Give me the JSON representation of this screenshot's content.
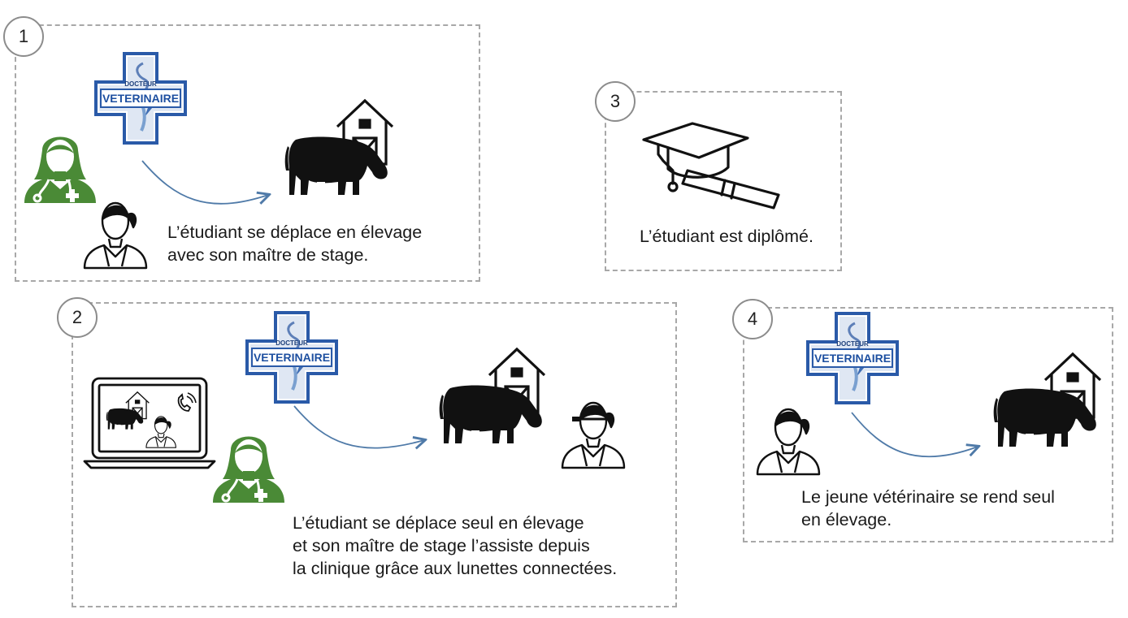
{
  "logo": {
    "top_text": "DOCTEUR",
    "main_text": "VETERINAIRE"
  },
  "steps": [
    {
      "number": "1",
      "caption": [
        "L’étudiant se déplace en élevage",
        "avec son maître de stage."
      ]
    },
    {
      "number": "2",
      "caption": [
        "L’étudiant se déplace seul en élevage",
        "et son maître de stage l’assiste depuis",
        "la clinique grâce aux lunettes connectées."
      ]
    },
    {
      "number": "3",
      "caption": [
        "L’étudiant est diplômé."
      ]
    },
    {
      "number": "4",
      "caption": [
        "Le jeune vétérinaire se rend seul",
        "en élevage."
      ]
    }
  ],
  "colors": {
    "vet_green": "#4a8a36",
    "arrow_blue": "#4f7aa8",
    "logo_blue": "#2a5aa8",
    "panel_border": "#a8a8a8"
  }
}
